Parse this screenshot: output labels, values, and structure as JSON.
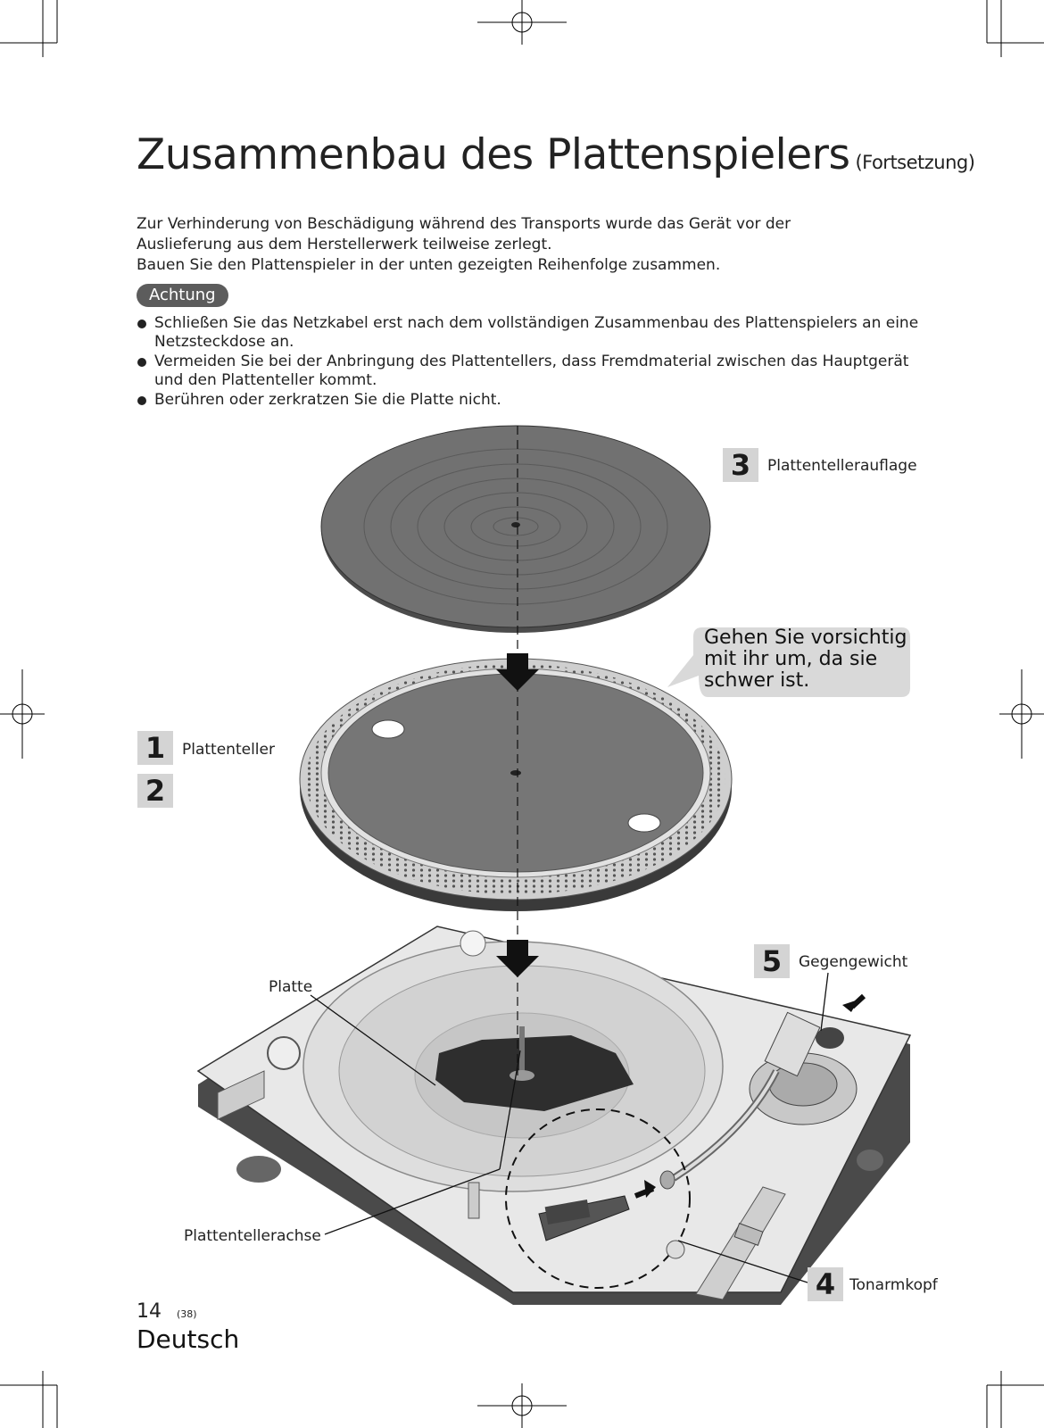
{
  "title": "Zusammenbau des Plattenspielers",
  "title_suffix": "(Fortsetzung)",
  "intro": [
    "Zur Verhinderung von Beschädigung während des Transports wurde das Gerät vor der",
    "Auslieferung aus dem Herstellerwerk teilweise zerlegt.",
    "Bauen Sie den Plattenspieler in der unten gezeigten Reihenfolge zusammen."
  ],
  "caution_label": "Achtung",
  "bullets": [
    "Schließen Sie das Netzkabel erst nach dem vollständigen Zusammenbau des Plattenspielers an eine Netzsteckdose an.",
    "Vermeiden Sie bei der Anbringung des Plattentellers, dass Fremdmaterial zwischen das Hauptgerät und den Plattenteller kommt.",
    "Berühren oder zerkratzen Sie die Platte nicht."
  ],
  "steps": {
    "s1": {
      "number": "1",
      "label": "Plattenteller"
    },
    "s2": {
      "number": "2",
      "label": ""
    },
    "s3": {
      "number": "3",
      "label": "Plattentellerauflage"
    },
    "s4": {
      "number": "4",
      "label": "Tonarmkopf"
    },
    "s5": {
      "number": "5",
      "label": "Gegengewicht"
    }
  },
  "bubble": [
    "Gehen Sie vorsichtig",
    "mit ihr um, da sie",
    "schwer ist."
  ],
  "callouts": {
    "platte": "Platte",
    "achse": "Plattentellerachse"
  },
  "footer": {
    "page_number": "14",
    "page_ref": "(38)",
    "language": "Deutsch"
  },
  "colors": {
    "mat": "#6e6e6e",
    "platter": "#7a7a7a",
    "step_box": "#d4d4d4",
    "badge": "#5c5c5c",
    "bubble": "#d9d9d9"
  }
}
